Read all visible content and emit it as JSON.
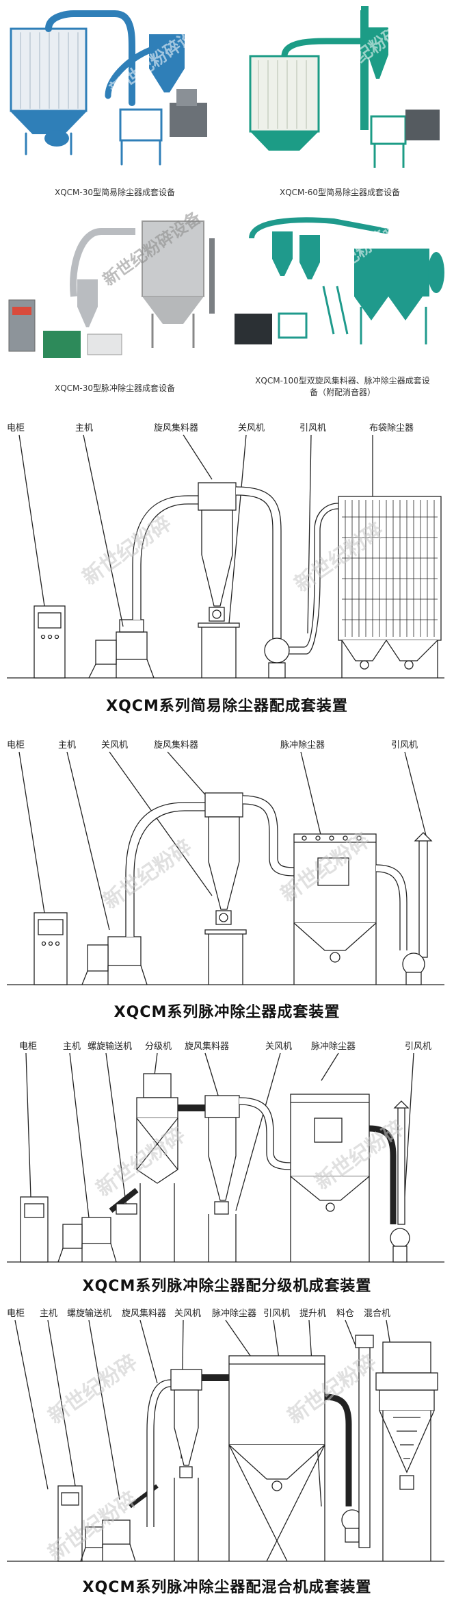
{
  "watermark": "新世纪粉碎设备",
  "watermark_short": "新世纪粉碎",
  "photos": [
    {
      "caption": "XQCM-30型简易除尘器成套设备",
      "color": "#2f7fb8",
      "icon": "dust-collector-set-photo"
    },
    {
      "caption": "XQCM-60型简易除尘器成套设备",
      "color": "#1c9c86",
      "icon": "dust-collector-set-photo"
    },
    {
      "caption": "XQCM-30型脉冲除尘器成套设备",
      "color": "#b9bcc0",
      "icon": "pulse-collector-set-photo"
    },
    {
      "caption": "XQCM-100型双旋风集料器、脉冲除尘器成套设备（附配消音器）",
      "color": "#1f9a8c",
      "icon": "double-cyclone-set-photo"
    }
  ],
  "diagrams": [
    {
      "title": "XQCM系列简易除尘器配成套装置",
      "labels": [
        "电柜",
        "主机",
        "旋风集料器",
        "关风机",
        "引风机",
        "布袋除尘器"
      ]
    },
    {
      "title": "XQCM系列脉冲除尘器成套装置",
      "labels": [
        "电柜",
        "主机",
        "关风机",
        "旋风集料器",
        "脉冲除尘器",
        "引风机"
      ]
    },
    {
      "title": "XQCM系列脉冲除尘器配分级机成套装置",
      "labels": [
        "电柜",
        "主机",
        "螺旋输送机",
        "分级机",
        "旋风集料器",
        "关风机",
        "脉冲除尘器",
        "引风机"
      ]
    },
    {
      "title": "XQCM系列脉冲除尘器配混合机成套装置",
      "labels": [
        "电柜",
        "主机",
        "螺旋输送机",
        "旋风集料器",
        "关风机",
        "脉冲除尘器",
        "引风机",
        "提升机",
        "料仓",
        "混合机"
      ]
    }
  ]
}
